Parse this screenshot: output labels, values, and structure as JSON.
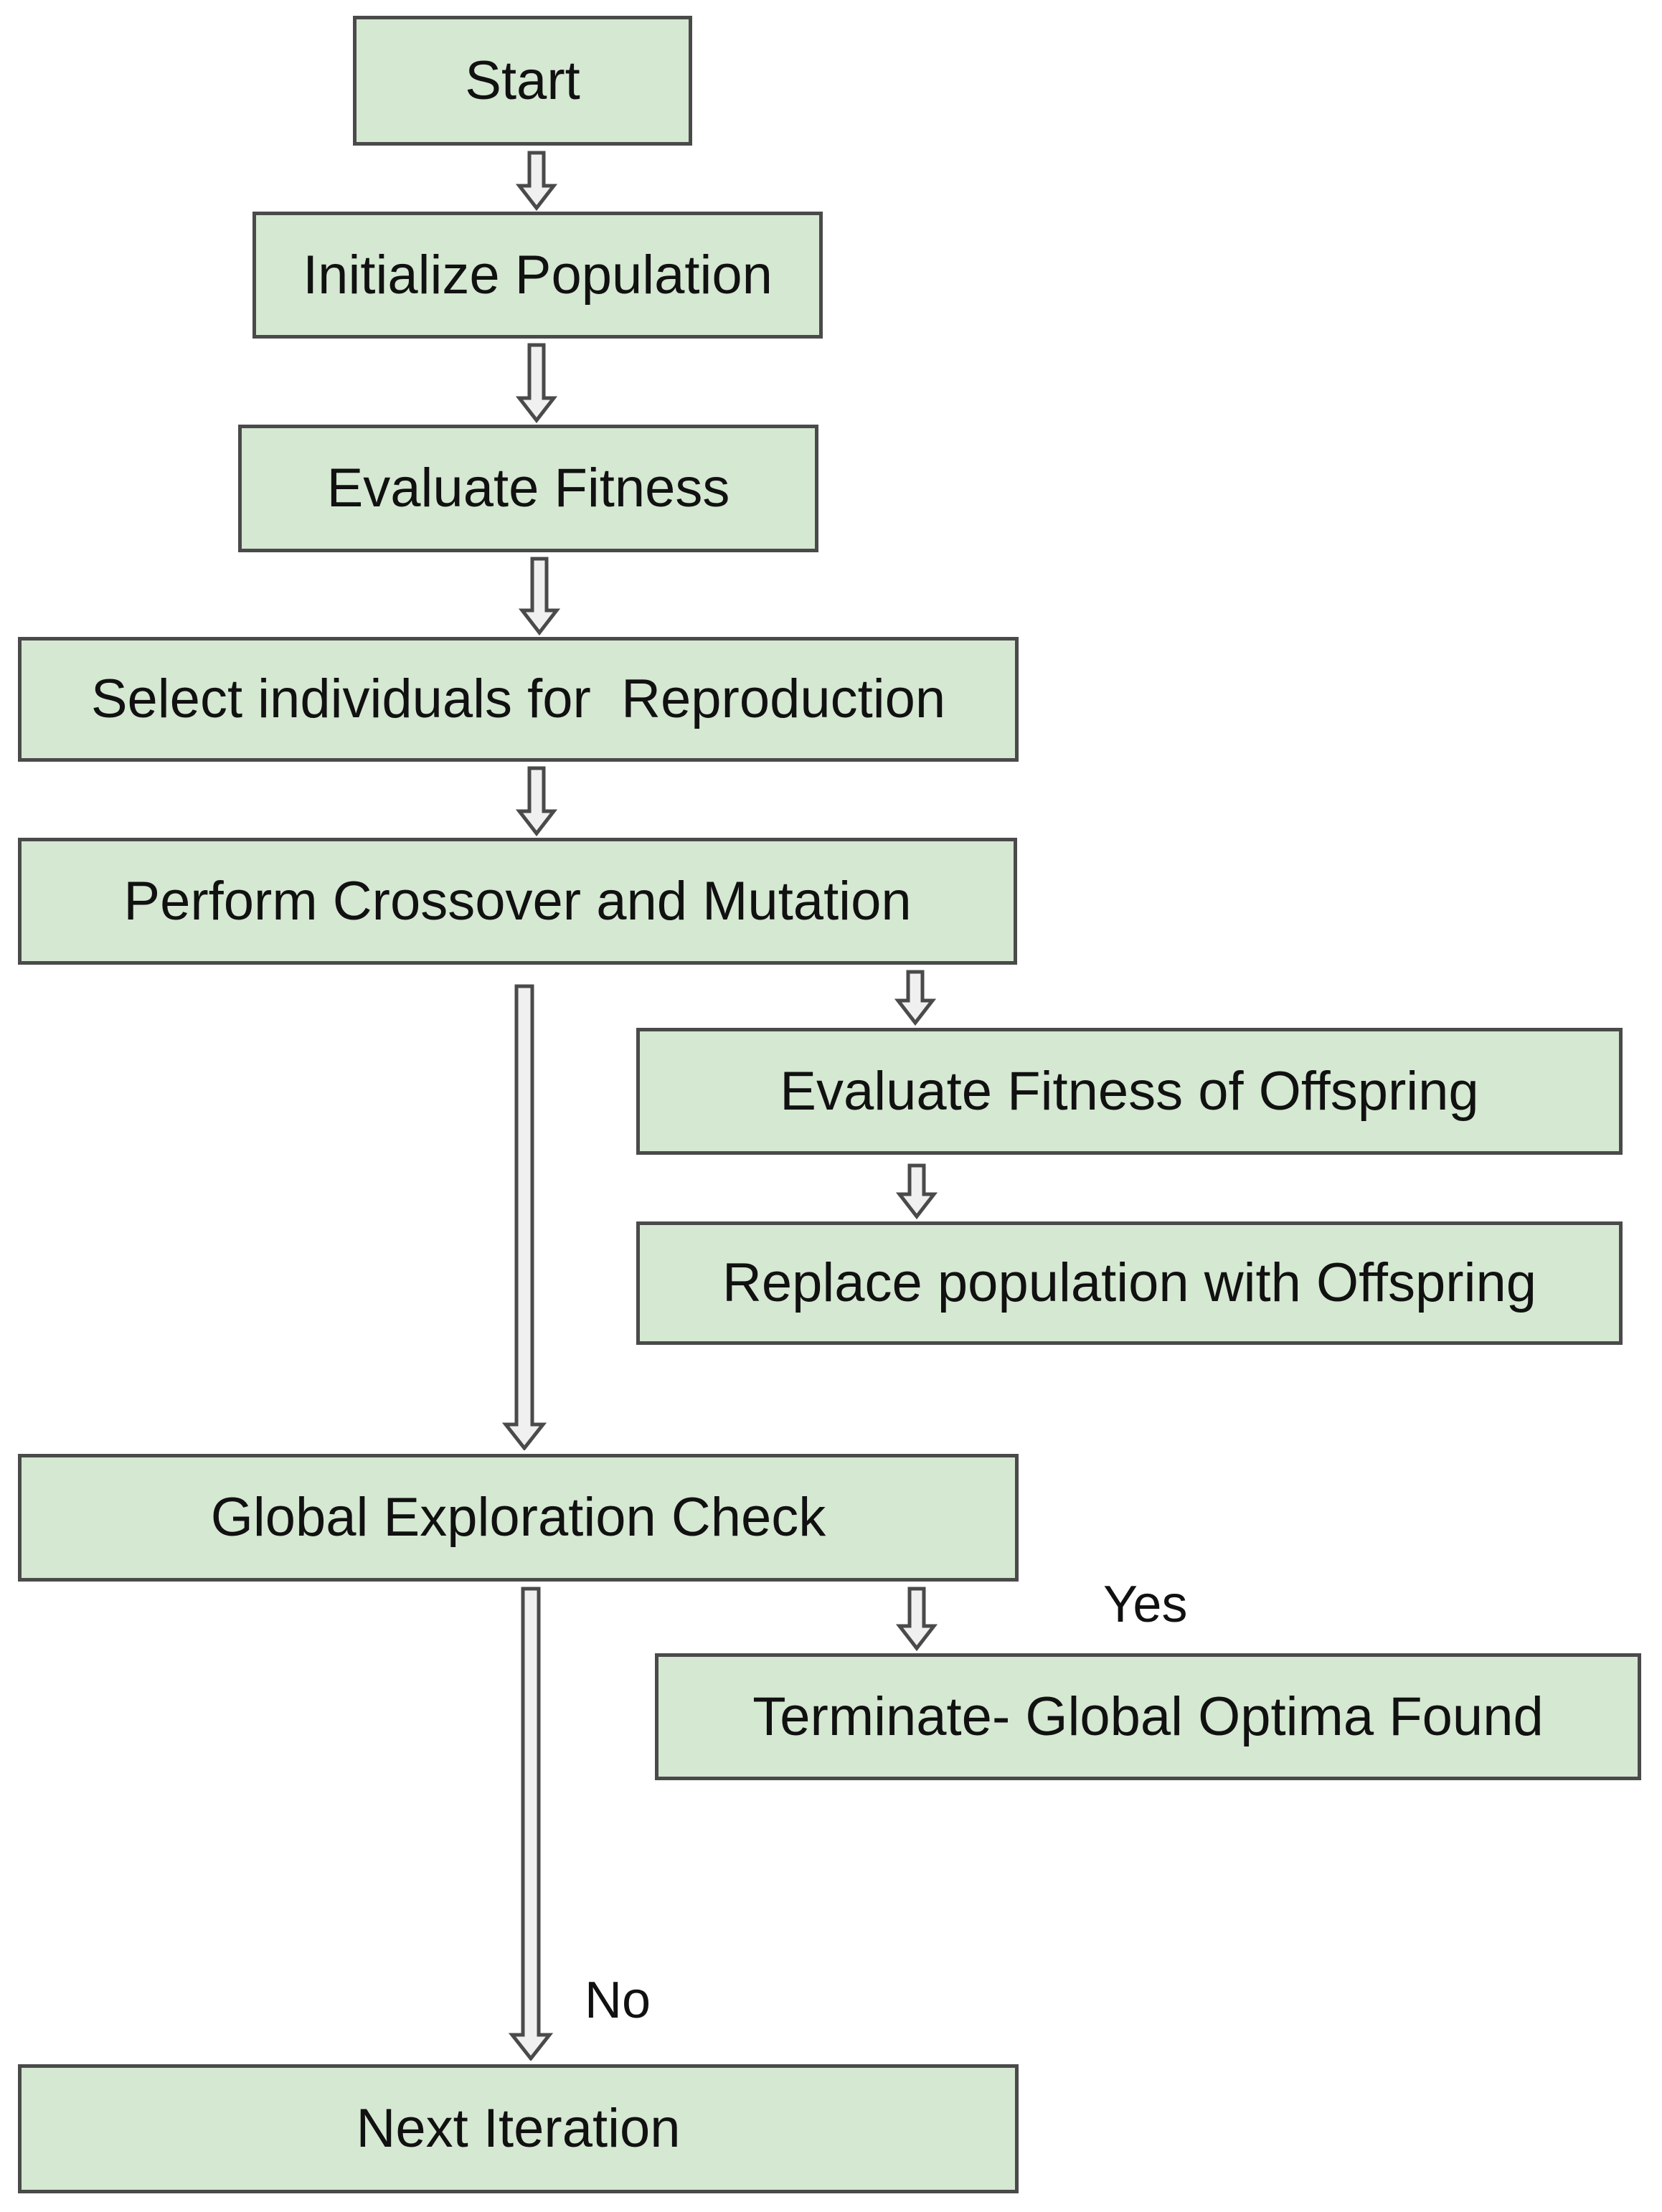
{
  "flowchart": {
    "type": "flowchart",
    "nodes": [
      {
        "id": "start",
        "label": "Start"
      },
      {
        "id": "initialize",
        "label": "Initialize Population"
      },
      {
        "id": "evaluate",
        "label": "Evaluate Fitness"
      },
      {
        "id": "select",
        "label": "Select individuals for  Reproduction"
      },
      {
        "id": "crossover",
        "label": "Perform Crossover and Mutation"
      },
      {
        "id": "evaluate_offspring",
        "label": "Evaluate Fitness of Offspring"
      },
      {
        "id": "replace",
        "label": "Replace population with Offspring"
      },
      {
        "id": "global_check",
        "label": "Global Exploration Check"
      },
      {
        "id": "terminate",
        "label": "Terminate- Global Optima Found"
      },
      {
        "id": "next_iteration",
        "label": "Next Iteration"
      }
    ],
    "edges": [
      {
        "from": "start",
        "to": "initialize",
        "label": ""
      },
      {
        "from": "initialize",
        "to": "evaluate",
        "label": ""
      },
      {
        "from": "evaluate",
        "to": "select",
        "label": ""
      },
      {
        "from": "select",
        "to": "crossover",
        "label": ""
      },
      {
        "from": "crossover",
        "to": "evaluate_offspring",
        "label": ""
      },
      {
        "from": "evaluate_offspring",
        "to": "replace",
        "label": ""
      },
      {
        "from": "crossover",
        "to": "global_check",
        "label": ""
      },
      {
        "from": "global_check",
        "to": "terminate",
        "label": "Yes"
      },
      {
        "from": "global_check",
        "to": "next_iteration",
        "label": "No"
      }
    ],
    "edge_labels": [
      {
        "id": "yes",
        "text": "Yes"
      },
      {
        "id": "no",
        "text": "No"
      }
    ],
    "colors": {
      "node_fill": "#d5e8d2",
      "node_border": "#4a4a4a",
      "arrow_fill": "#f0f0f0",
      "arrow_outline": "#4a4a4a",
      "background": "#ffffff",
      "text": "#111111"
    }
  }
}
